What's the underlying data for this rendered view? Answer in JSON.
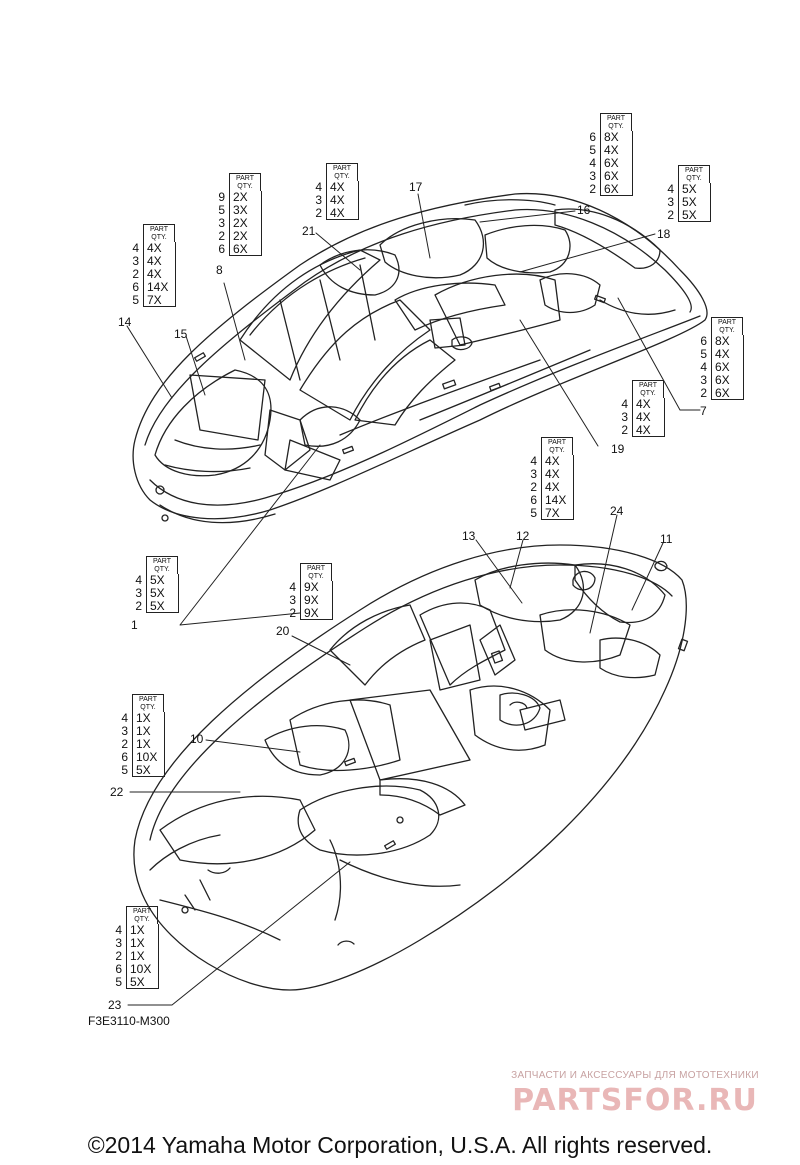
{
  "qty_header": "PART\nQTY.",
  "tags": [
    {
      "id": "tag-a",
      "rows": [
        [
          "4",
          "4X"
        ],
        [
          "3",
          "4X"
        ],
        [
          "2",
          "4X"
        ],
        [
          "6",
          "14X"
        ],
        [
          "5",
          "7X"
        ]
      ]
    },
    {
      "id": "tag-b",
      "rows": [
        [
          "9",
          "2X"
        ],
        [
          "5",
          "3X"
        ],
        [
          "3",
          "2X"
        ],
        [
          "2",
          "2X"
        ],
        [
          "6",
          "6X"
        ]
      ]
    },
    {
      "id": "tag-c",
      "rows": [
        [
          "4",
          "4X"
        ],
        [
          "3",
          "4X"
        ],
        [
          "2",
          "4X"
        ]
      ]
    },
    {
      "id": "tag-d",
      "rows": [
        [
          "6",
          "8X"
        ],
        [
          "5",
          "4X"
        ],
        [
          "4",
          "6X"
        ],
        [
          "3",
          "6X"
        ],
        [
          "2",
          "6X"
        ]
      ]
    },
    {
      "id": "tag-e",
      "rows": [
        [
          "4",
          "5X"
        ],
        [
          "3",
          "5X"
        ],
        [
          "2",
          "5X"
        ]
      ]
    },
    {
      "id": "tag-f",
      "rows": [
        [
          "6",
          "8X"
        ],
        [
          "5",
          "4X"
        ],
        [
          "4",
          "6X"
        ],
        [
          "3",
          "6X"
        ],
        [
          "2",
          "6X"
        ]
      ]
    },
    {
      "id": "tag-g",
      "rows": [
        [
          "4",
          "4X"
        ],
        [
          "3",
          "4X"
        ],
        [
          "2",
          "4X"
        ]
      ]
    },
    {
      "id": "tag-h",
      "rows": [
        [
          "4",
          "4X"
        ],
        [
          "3",
          "4X"
        ],
        [
          "2",
          "4X"
        ],
        [
          "6",
          "14X"
        ],
        [
          "5",
          "7X"
        ]
      ]
    },
    {
      "id": "tag-i",
      "rows": [
        [
          "4",
          "5X"
        ],
        [
          "3",
          "5X"
        ],
        [
          "2",
          "5X"
        ]
      ]
    },
    {
      "id": "tag-j",
      "rows": [
        [
          "4",
          "9X"
        ],
        [
          "3",
          "9X"
        ],
        [
          "2",
          "9X"
        ]
      ]
    },
    {
      "id": "tag-k",
      "rows": [
        [
          "4",
          "1X"
        ],
        [
          "3",
          "1X"
        ],
        [
          "2",
          "1X"
        ],
        [
          "6",
          "10X"
        ],
        [
          "5",
          "5X"
        ]
      ]
    },
    {
      "id": "tag-l",
      "rows": [
        [
          "4",
          "1X"
        ],
        [
          "3",
          "1X"
        ],
        [
          "2",
          "1X"
        ],
        [
          "6",
          "10X"
        ],
        [
          "5",
          "5X"
        ]
      ]
    }
  ],
  "callouts": [
    "1",
    "7",
    "8",
    "10",
    "11",
    "12",
    "13",
    "14",
    "15",
    "16",
    "17",
    "18",
    "19",
    "20",
    "21",
    "22",
    "23",
    "24"
  ],
  "drawing_code": "F3E3110-M300",
  "watermark": {
    "tagline": "ЗАПЧАСТИ И АКСЕССУАРЫ ДЛЯ МОТОТЕХНИКИ",
    "logo": "PARTSFOR.RU"
  },
  "copyright": "©2014 Yamaha Motor Corporation, U.S.A. All rights reserved."
}
